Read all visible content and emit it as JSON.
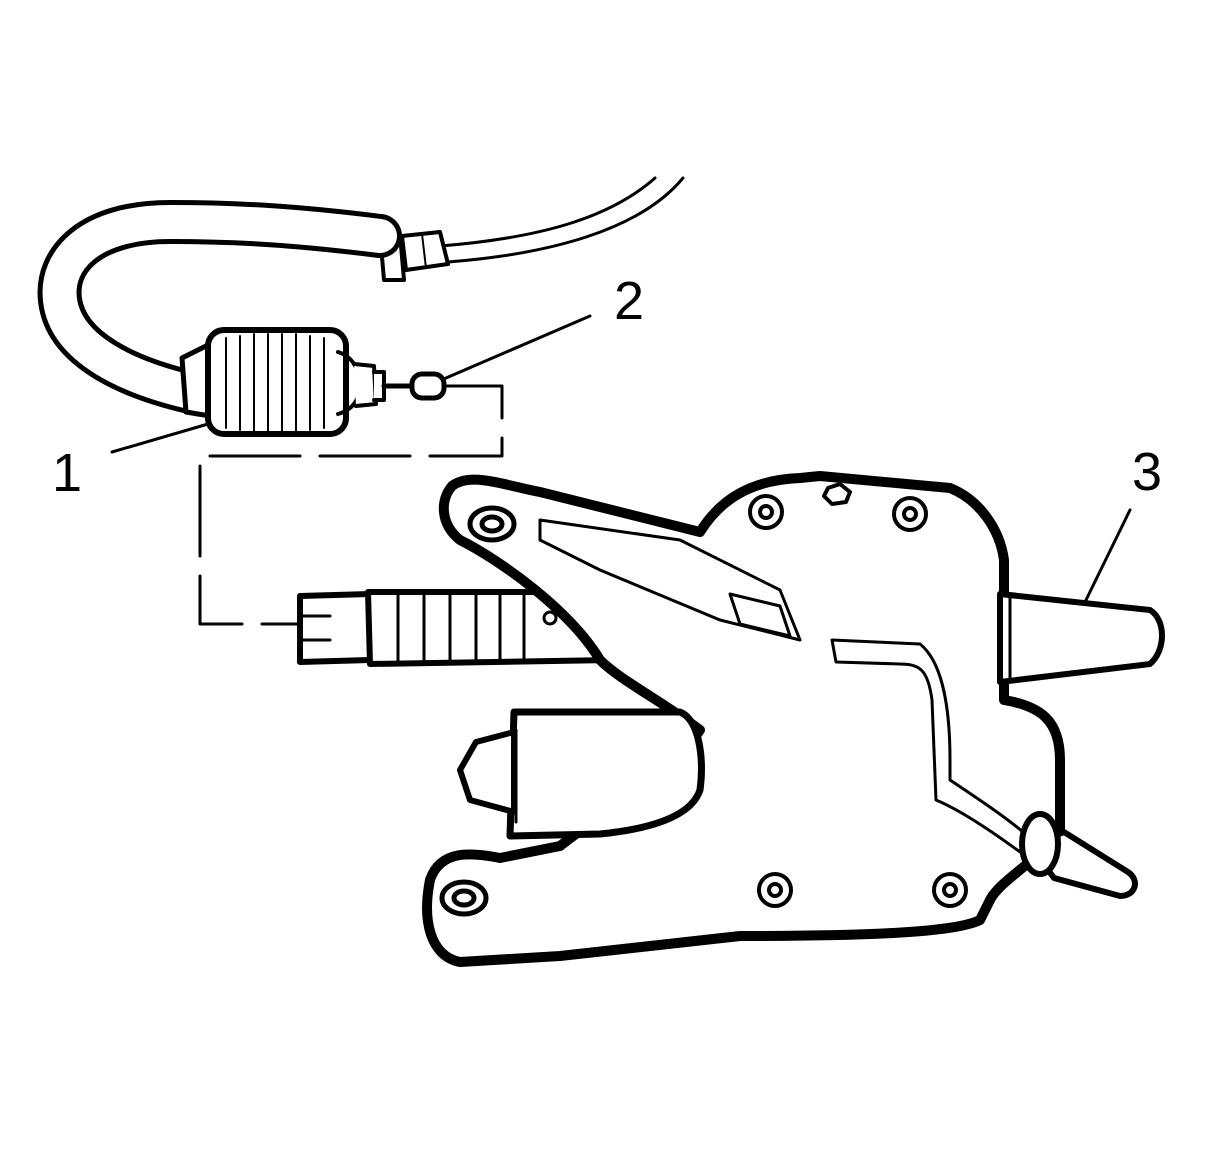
{
  "diagram": {
    "callouts": [
      {
        "id": "1",
        "text": "1"
      },
      {
        "id": "2",
        "text": "2"
      },
      {
        "id": "3",
        "text": "3"
      }
    ],
    "colors": {
      "ink": "#000000",
      "paper": "#ffffff"
    }
  }
}
